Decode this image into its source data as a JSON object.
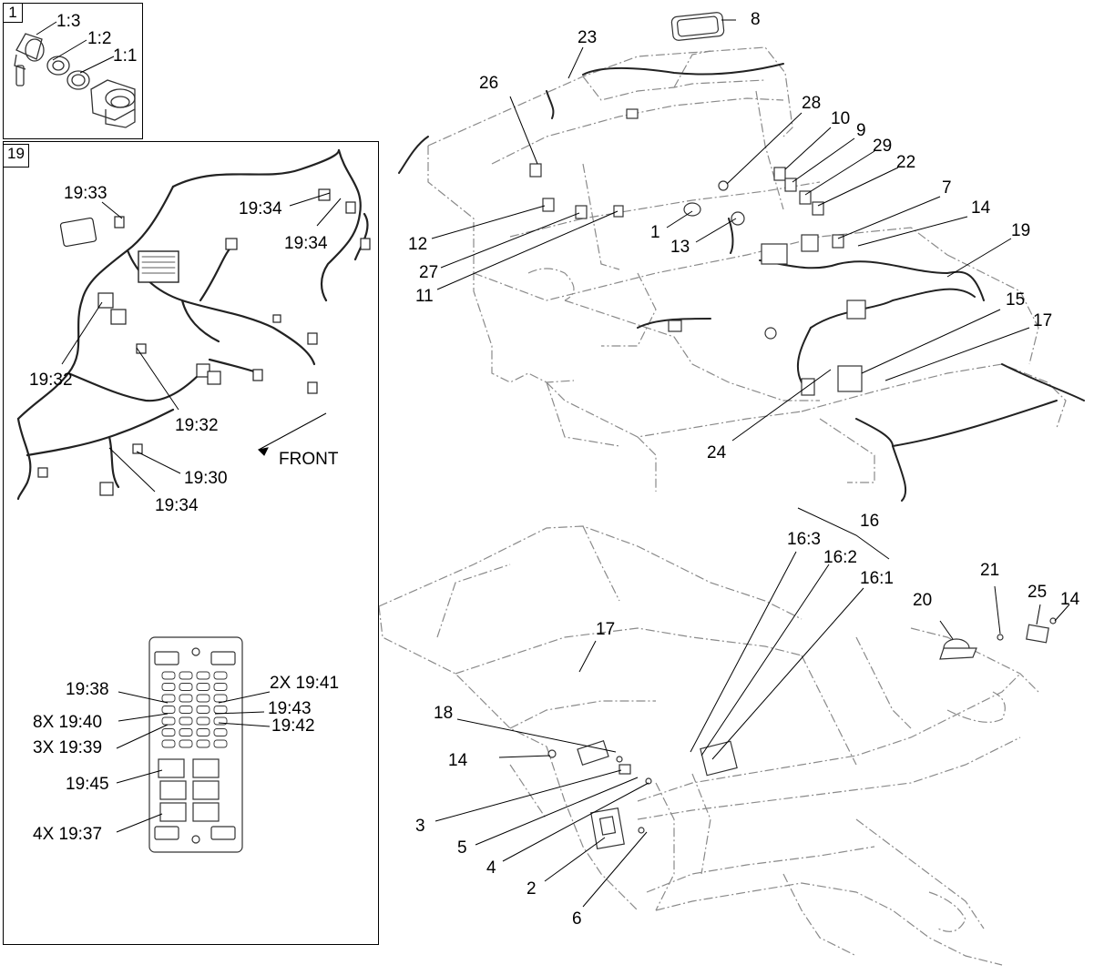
{
  "panels": {
    "inset_1": {
      "tag": "1",
      "labels": [
        "1:3",
        "1:2",
        "1:1"
      ]
    },
    "inset_19": {
      "tag": "19",
      "harness_labels": [
        "19:33",
        "19:34",
        "19:34",
        "19:32",
        "19:32",
        "19:30",
        "19:34"
      ],
      "front_label": "FRONT",
      "fusebox_labels": [
        "19:38",
        "2X 19:41",
        "8X 19:40",
        "19:43",
        "3X 19:39",
        "19:42",
        "19:45",
        "4X 19:37"
      ]
    }
  },
  "upper_assembly": {
    "callouts": [
      "8",
      "23",
      "26",
      "28",
      "10",
      "9",
      "29",
      "22",
      "7",
      "14",
      "19",
      "12",
      "1",
      "27",
      "13",
      "11",
      "15",
      "17",
      "24"
    ]
  },
  "lower_assembly": {
    "callouts": [
      "16",
      "16:3",
      "16:2",
      "16:1",
      "21",
      "25",
      "14",
      "20",
      "17",
      "18",
      "14",
      "3",
      "5",
      "4",
      "2",
      "6"
    ]
  },
  "colors": {
    "line": "#000000",
    "phantom": "#8a8a8a",
    "part": "#333333"
  }
}
